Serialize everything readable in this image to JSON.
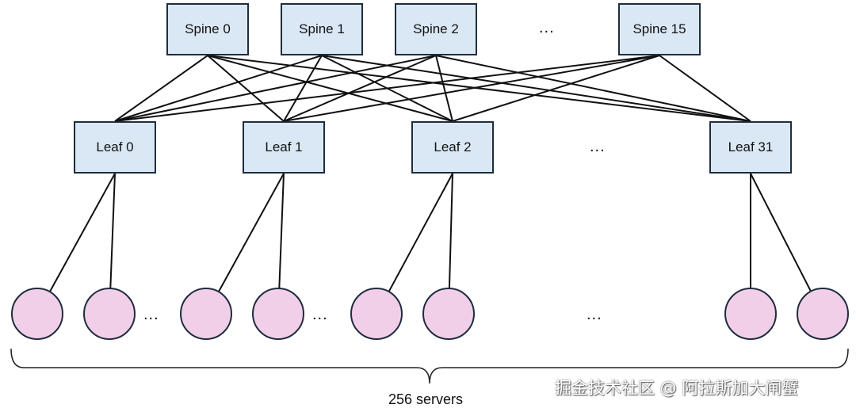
{
  "spines": [
    "Spine 0",
    "Spine 1",
    "Spine 2",
    "Spine 15"
  ],
  "spine_ellipsis": "...",
  "leaves": [
    "Leaf 0",
    "Leaf 1",
    "Leaf 2",
    "Leaf 31"
  ],
  "leaf_ellipsis": "...",
  "server_ellipses": [
    "...",
    "...",
    "..."
  ],
  "servers_caption": "256 servers",
  "watermark": "掘金技术社区 @ 阿拉斯加大闸蟹",
  "colors": {
    "switch_fill": "#dae8f5",
    "server_fill": "#f2cfe9",
    "line": "#111111"
  }
}
